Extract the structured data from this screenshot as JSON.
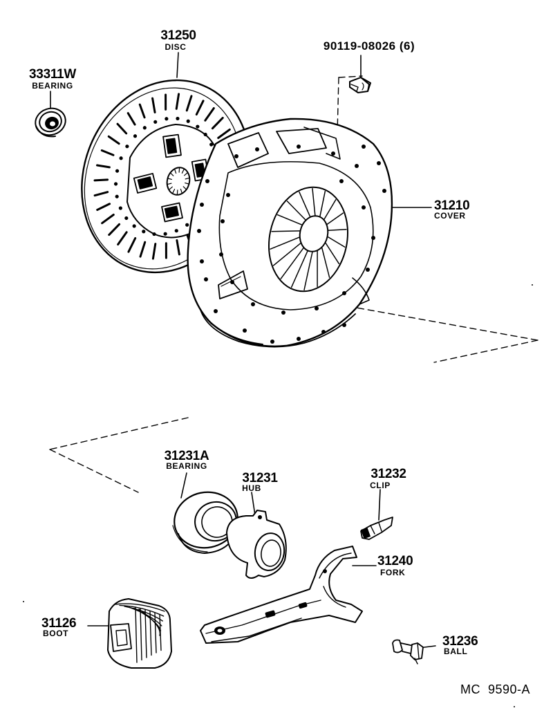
{
  "parts": {
    "disc": {
      "number": "31250",
      "name": "DISC"
    },
    "pilot_bearing": {
      "number": "33311W",
      "name": "BEARING"
    },
    "bolt": {
      "number": "90119-08026 (6)"
    },
    "cover": {
      "number": "31210",
      "name": "COVER"
    },
    "release_bearing": {
      "number": "31231A",
      "name": "BEARING"
    },
    "hub": {
      "number": "31231",
      "name": "HUB"
    },
    "clip": {
      "number": "31232",
      "name": "CLIP"
    },
    "fork": {
      "number": "31240",
      "name": "FORK"
    },
    "boot": {
      "number": "31126",
      "name": "BOOT"
    },
    "ball": {
      "number": "31236",
      "name": "BALL"
    }
  },
  "diagram_code": "MC  9590-A"
}
